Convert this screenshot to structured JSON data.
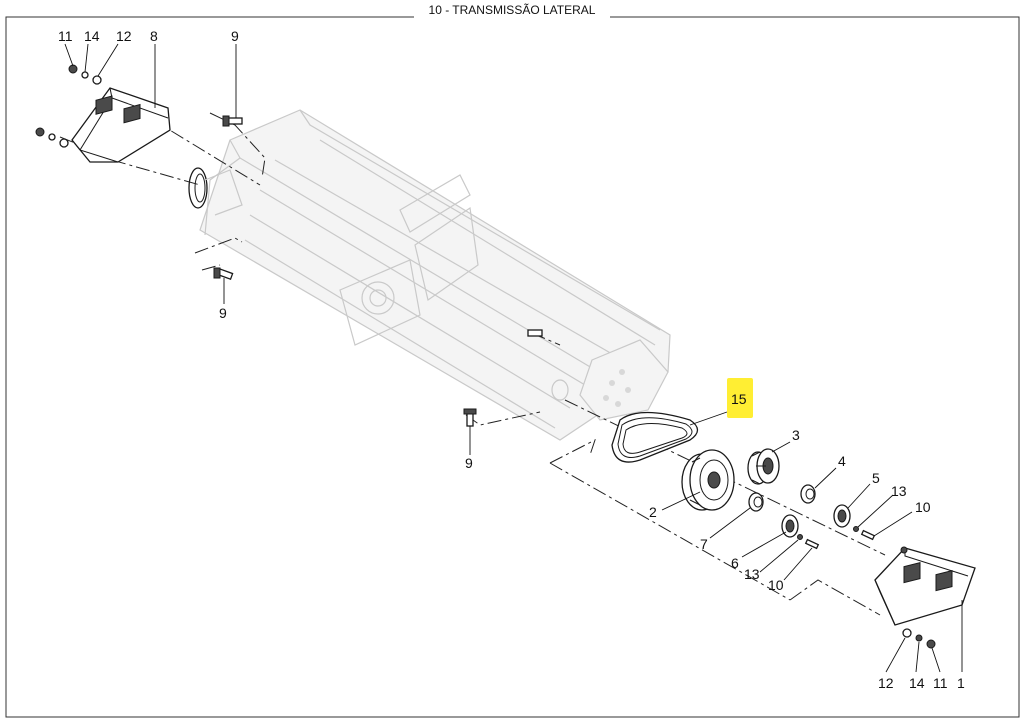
{
  "title": "10 - TRANSMISSÃO LATERAL",
  "highlight_color": "#ffee33",
  "callouts": {
    "c11_top": "11",
    "c14_top": "14",
    "c12_top": "12",
    "c8": "8",
    "c9_top": "9",
    "c9_mid": "9",
    "c9_low": "9",
    "c15": "15",
    "c3": "3",
    "c4": "4",
    "c5": "5",
    "c13_right": "13",
    "c10_right": "10",
    "c2": "2",
    "c7": "7",
    "c6": "6",
    "c13_low": "13",
    "c10_low": "10",
    "c12_bot": "12",
    "c14_bot": "14",
    "c11_bot": "11",
    "c1": "1"
  }
}
